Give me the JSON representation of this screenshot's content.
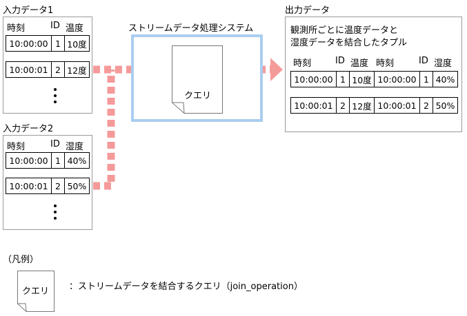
{
  "input1": {
    "title": "入力データ1",
    "headers": [
      "時刻",
      "ID",
      "温度"
    ],
    "rows": [
      [
        "10:00:00",
        "1",
        "10度"
      ],
      [
        "10:00:01",
        "2",
        "12度"
      ]
    ]
  },
  "input2": {
    "title": "入力データ2",
    "headers": [
      "時刻",
      "ID",
      "湿度"
    ],
    "rows": [
      [
        "10:00:00",
        "1",
        "40%"
      ],
      [
        "10:00:01",
        "2",
        "50%"
      ]
    ]
  },
  "system": {
    "title": "ストリームデータ処理システム",
    "query_label": "クエリ"
  },
  "output": {
    "title": "出力データ",
    "desc_line1": "観測所ごとに温度データと",
    "desc_line2": "湿度データを結合したタプル",
    "headers": [
      "時刻",
      "ID",
      "温度",
      "時刻",
      "ID",
      "湿度"
    ],
    "rows": [
      [
        "10:00:00",
        "1",
        "10度",
        "10:00:00",
        "1",
        "40%"
      ],
      [
        "10:00:01",
        "2",
        "12度",
        "10:00:01",
        "2",
        "50%"
      ]
    ]
  },
  "legend": {
    "title": "（凡例）",
    "query_label": "クエリ",
    "description": "：ストリームデータを結合するクエリ（join_operation）"
  },
  "colors": {
    "flow_arrow": "#f59a9a",
    "system_border": "#a9cdf0",
    "panel_border": "#9a9a9a"
  }
}
